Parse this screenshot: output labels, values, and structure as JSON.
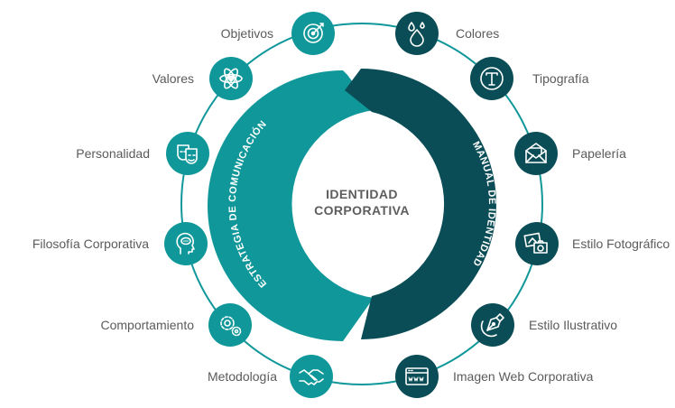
{
  "colors": {
    "teal": "#10979a",
    "dark": "#0a4d56",
    "ring": "#10979a",
    "label": "#5b5b5b",
    "center": "#5d5d5d"
  },
  "center": {
    "line1": "IDENTIDAD",
    "line2": "CORPORATIVA"
  },
  "arc_left_label": "ESTRATEGIA DE COMUNICACIÓN",
  "arc_right_label": "MANUAL DE IDENTIDAD",
  "left_items": [
    {
      "label": "Objetivos",
      "icon": "target-icon"
    },
    {
      "label": "Valores",
      "icon": "atom-heart-icon"
    },
    {
      "label": "Personalidad",
      "icon": "theater-masks-icon"
    },
    {
      "label": "Filosofía Corporativa",
      "icon": "head-idea-icon"
    },
    {
      "label": "Comportamiento",
      "icon": "gears-icon"
    },
    {
      "label": "Metodología",
      "icon": "handshake-icon"
    }
  ],
  "right_items": [
    {
      "label": "Colores",
      "icon": "color-drops-icon"
    },
    {
      "label": "Tipografía",
      "icon": "typography-icon"
    },
    {
      "label": "Papelería",
      "icon": "envelope-icon"
    },
    {
      "label": "Estilo Fotográfico",
      "icon": "photo-camera-icon"
    },
    {
      "label": "Estilo Ilustrativo",
      "icon": "pen-nib-icon"
    },
    {
      "label": "Imagen Web Corporativa",
      "icon": "web-browser-icon"
    }
  ]
}
